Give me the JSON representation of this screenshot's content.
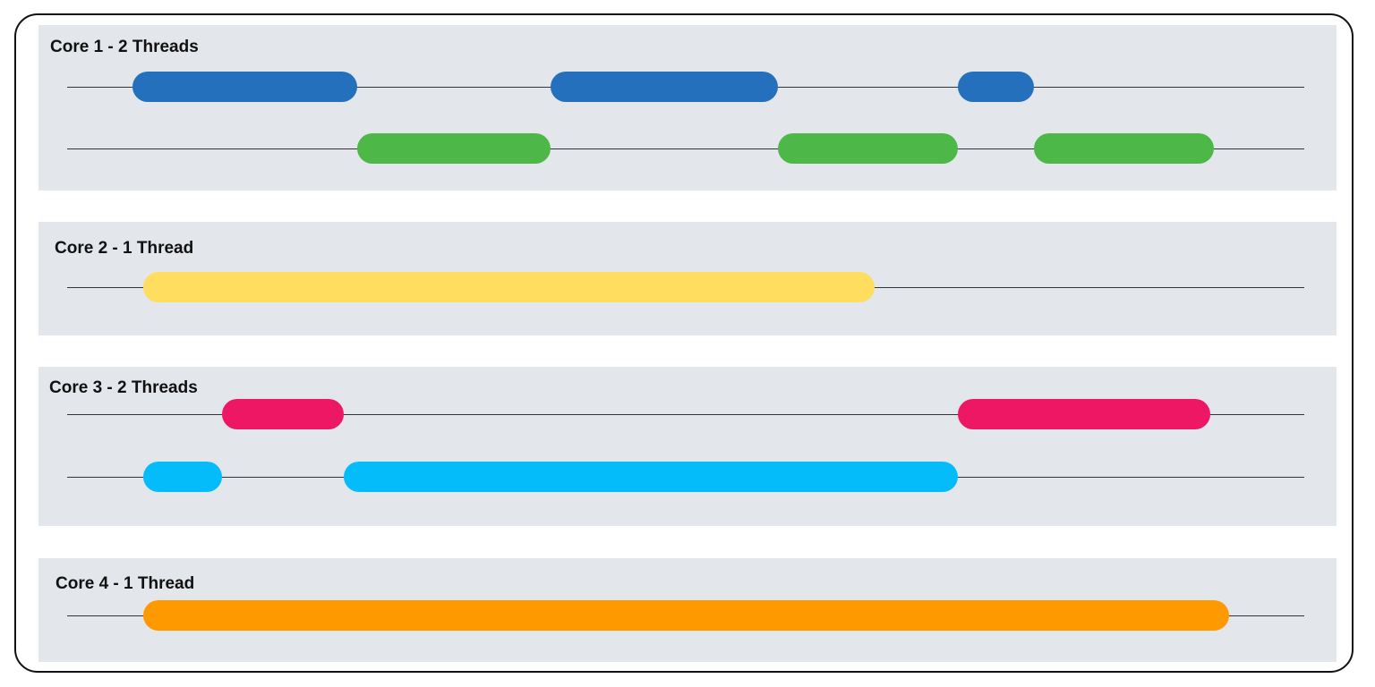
{
  "cores": [
    {
      "title": "Core 1 - 2 Threads",
      "threads": [
        {
          "color": "#2570bc",
          "segments": [
            [
              148,
              399
            ],
            [
              615,
              869
            ],
            [
              1070,
              1155
            ]
          ]
        },
        {
          "color": "#4db848",
          "segments": [
            [
              399,
              615
            ],
            [
              869,
              1070
            ],
            [
              1155,
              1356
            ]
          ]
        }
      ]
    },
    {
      "title": "Core 2 - 1 Thread",
      "threads": [
        {
          "color": "#ffdd5e",
          "segments": [
            [
              160,
              977
            ]
          ]
        }
      ]
    },
    {
      "title": "Core 3 - 2 Threads",
      "threads": [
        {
          "color": "#ed1763",
          "segments": [
            [
              248,
              384
            ],
            [
              1070,
              1352
            ]
          ]
        },
        {
          "color": "#05bcfb",
          "segments": [
            [
              160,
              248
            ],
            [
              384,
              1070
            ]
          ]
        }
      ]
    },
    {
      "title": "Core 4 - 1 Thread",
      "threads": [
        {
          "color": "#fe9900",
          "segments": [
            [
              160,
              1373
            ]
          ]
        }
      ]
    }
  ]
}
